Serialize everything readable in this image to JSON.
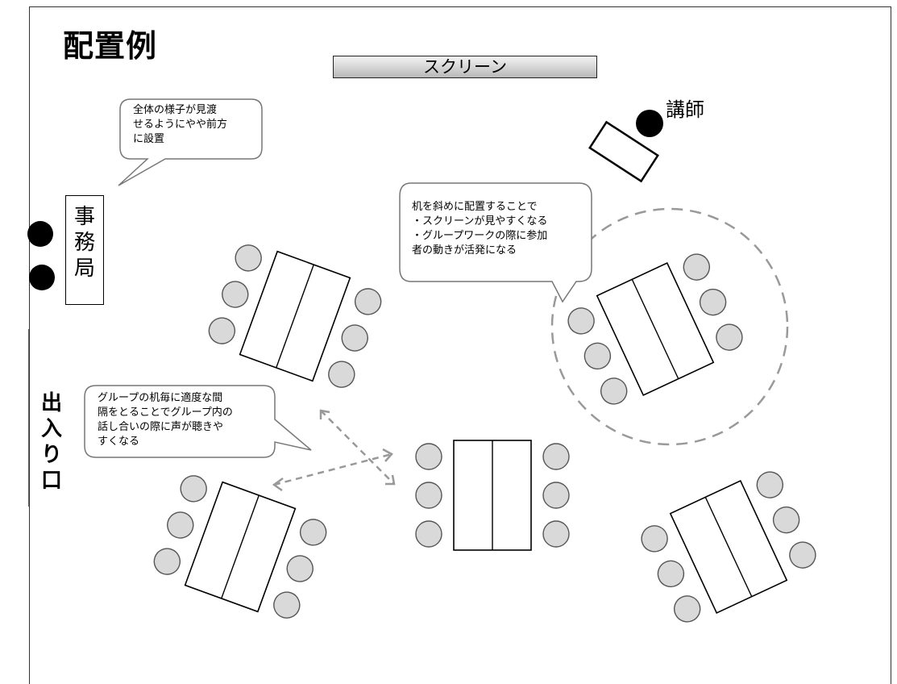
{
  "title": "配置例",
  "screen_label": "スクリーン",
  "teacher_label": "講師",
  "office_label": [
    "事",
    "務",
    "局"
  ],
  "entrance_label": [
    "出",
    "入",
    "り",
    "口"
  ],
  "callouts": {
    "office_note": "全体の様子が見渡\nせるようにやや前方\nに設置",
    "diagonal_note": "机を斜めに配置することで\n・スクリーンが見やすくなる\n・グループワークの際に参加\n者の動きが活発になる",
    "spacing_note": "グループの机毎に適度な間\n隔をとることでグループ内の\n話し合いの際に声が聴きや\nすくなる"
  },
  "colors": {
    "seat_fill": "#d9d9d9",
    "seat_stroke": "#555555",
    "dash": "#999999",
    "line": "#000000"
  }
}
